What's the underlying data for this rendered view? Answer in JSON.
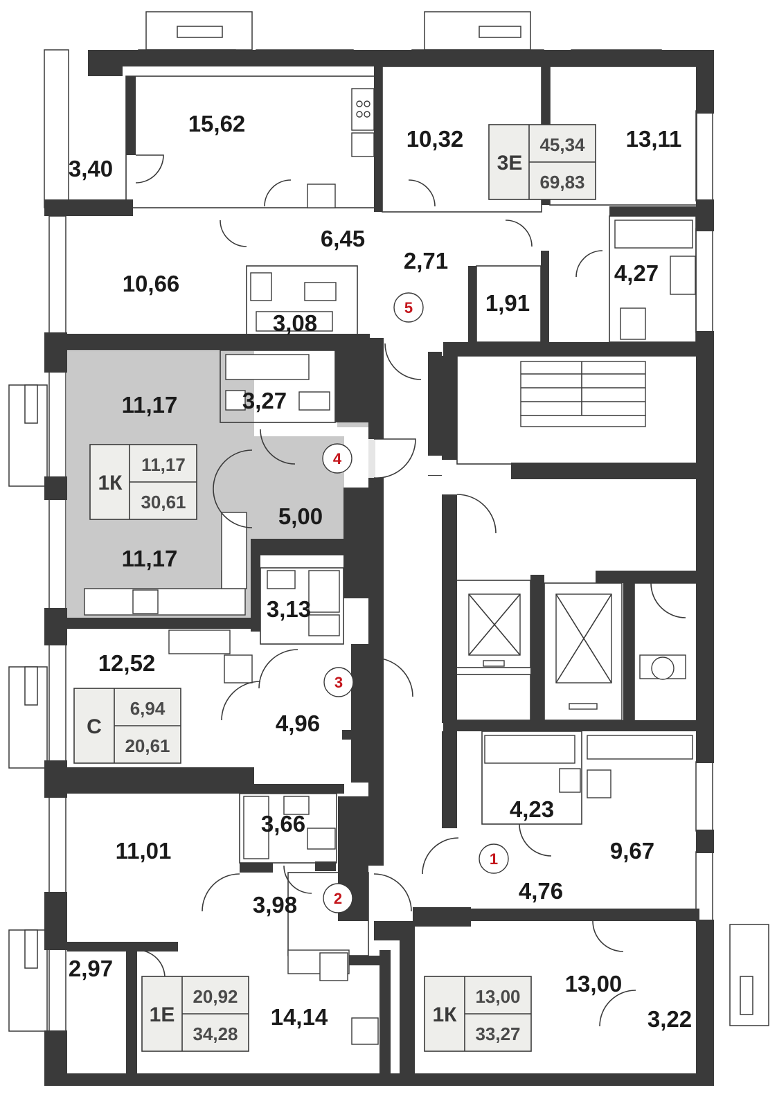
{
  "colors": {
    "wall": "#3a3a3a",
    "highlight_unit": "#c9c9c9",
    "badge_fill": "#eeeeeb",
    "entrance_number": "#c4161c"
  },
  "rooms": [
    {
      "area": "15,62"
    },
    {
      "area": "3,40"
    },
    {
      "area": "10,32"
    },
    {
      "area": "13,11"
    },
    {
      "area": "6,45"
    },
    {
      "area": "2,71"
    },
    {
      "area": "10,66"
    },
    {
      "area": "3,08"
    },
    {
      "area": "1,91"
    },
    {
      "area": "4,27"
    },
    {
      "area": "11,17"
    },
    {
      "area": "3,27"
    },
    {
      "area": "5,00"
    },
    {
      "area": "11,17"
    },
    {
      "area": "3,13"
    },
    {
      "area": "12,52"
    },
    {
      "area": "4,96"
    },
    {
      "area": "3,66"
    },
    {
      "area": "11,01"
    },
    {
      "area": "3,98"
    },
    {
      "area": "4,23"
    },
    {
      "area": "9,67"
    },
    {
      "area": "4,76"
    },
    {
      "area": "2,97"
    },
    {
      "area": "14,14"
    },
    {
      "area": "13,00"
    },
    {
      "area": "3,22"
    }
  ],
  "badges": [
    {
      "type": "3Е",
      "living_area": "45,34",
      "total_area": "69,83"
    },
    {
      "type": "1К",
      "living_area": "11,17",
      "total_area": "30,61"
    },
    {
      "type": "С",
      "living_area": "6,94",
      "total_area": "20,61"
    },
    {
      "type": "1Е",
      "living_area": "20,92",
      "total_area": "34,28"
    },
    {
      "type": "1К",
      "living_area": "13,00",
      "total_area": "33,27"
    }
  ],
  "entrances": [
    {
      "number": "1"
    },
    {
      "number": "2"
    },
    {
      "number": "3"
    },
    {
      "number": "4"
    },
    {
      "number": "5"
    }
  ]
}
